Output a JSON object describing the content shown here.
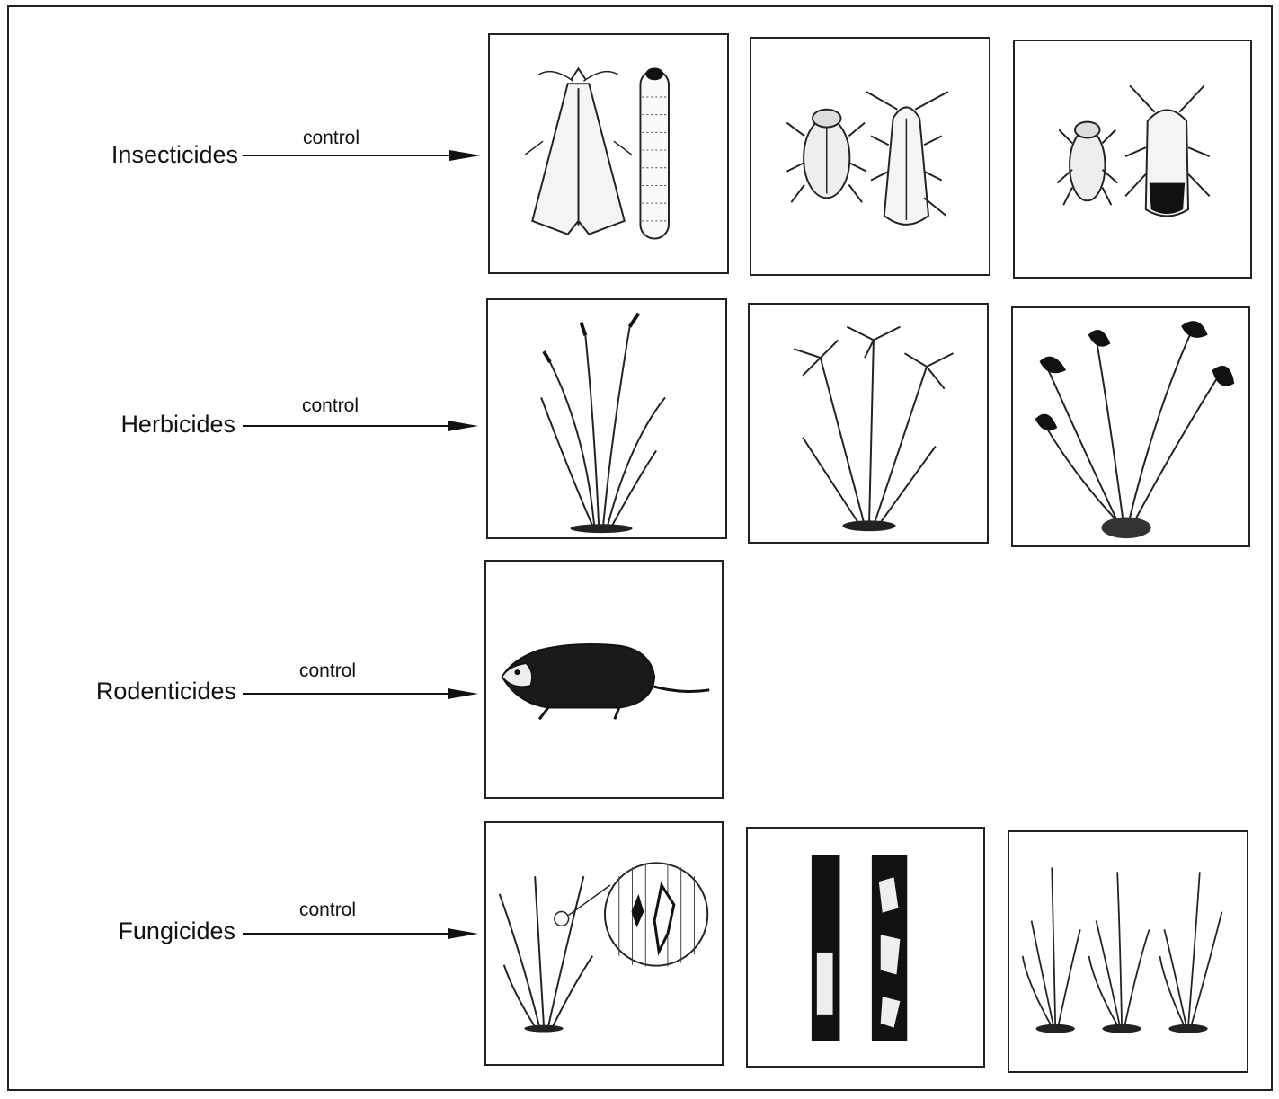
{
  "rows": [
    {
      "label": "Insecticides",
      "arrow_text": "control"
    },
    {
      "label": "Herbicides",
      "arrow_text": "control"
    },
    {
      "label": "Rodenticides",
      "arrow_text": "control"
    },
    {
      "label": "Fungicides",
      "arrow_text": "control"
    }
  ],
  "panels": {
    "insects": [
      "moth-and-larva-illustration",
      "planthopper-illustration",
      "leafhopper-illustration"
    ],
    "weeds": [
      "grass-weed-illustration",
      "sedge-weed-illustration",
      "broadleaf-weed-illustration"
    ],
    "rodents": [
      "rat-illustration"
    ],
    "diseases": [
      "leaf-blast-illustration",
      "stem-sheath-disease-illustration",
      "diseased-rice-hills-illustration"
    ]
  }
}
